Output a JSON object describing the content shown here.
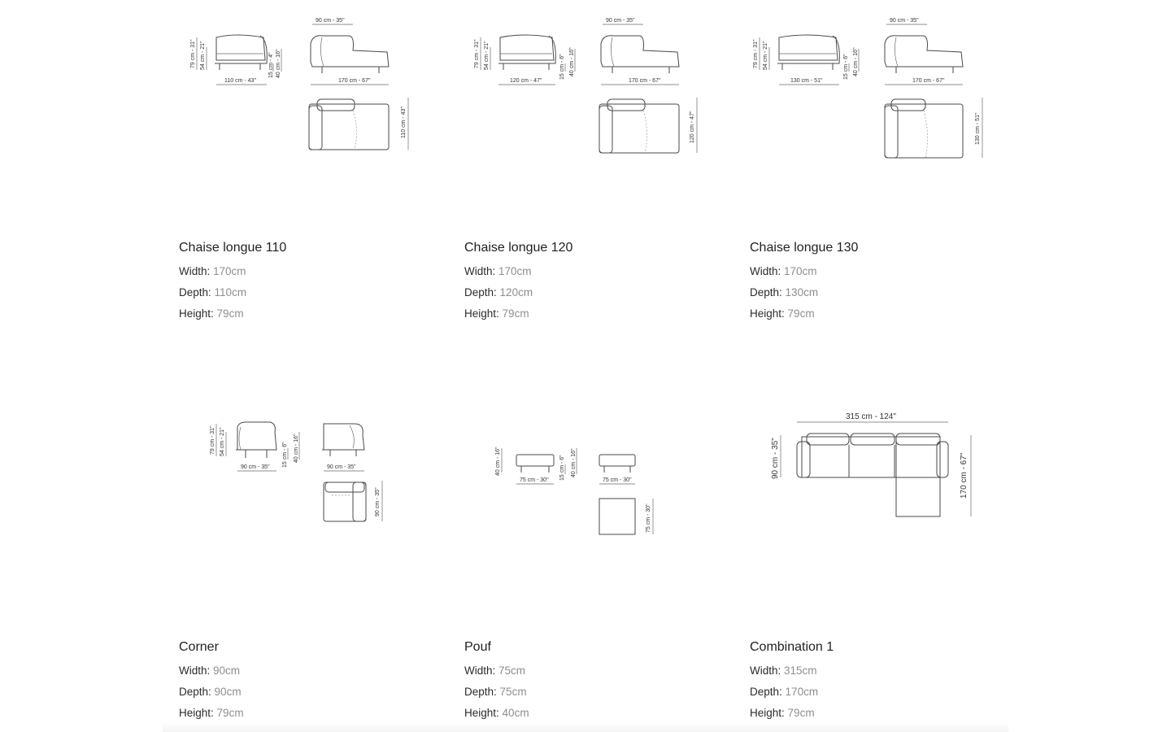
{
  "labels": {
    "width": "Width:",
    "depth": "Depth:",
    "height": "Height:"
  },
  "products": [
    {
      "name": "Chaise longue 110",
      "width": "170cm",
      "depth": "110cm",
      "height": "79cm",
      "dims": {
        "top_width": "90 cm - 35\"",
        "front_width": "110 cm - 43\"",
        "side_width": "170 cm - 67\"",
        "height_total": "79 cm - 31\"",
        "height_seat": "54 cm - 21\"",
        "height_leg": "15 cm - 4\"",
        "height_side": "40 cm - 16\"",
        "plan_depth": "110 cm - 43\""
      }
    },
    {
      "name": "Chaise longue 120",
      "width": "170cm",
      "depth": "120cm",
      "height": "79cm",
      "dims": {
        "top_width": "90 cm - 35\"",
        "front_width": "120 cm - 47\"",
        "side_width": "170 cm - 67\"",
        "height_total": "79 cm - 31\"",
        "height_seat": "54 cm - 21\"",
        "height_leg": "15 cm - 6\"",
        "height_side": "40 cm - 16\"",
        "plan_depth": "120 cm - 47\""
      }
    },
    {
      "name": "Chaise longue 130",
      "width": "170cm",
      "depth": "130cm",
      "height": "79cm",
      "dims": {
        "top_width": "90 cm - 35\"",
        "front_width": "130 cm - 51\"",
        "side_width": "170 cm - 67\"",
        "height_total": "79 cm - 31\"",
        "height_seat": "54 cm - 21\"",
        "height_leg": "15 cm - 6\"",
        "height_side": "40 cm - 16\"",
        "plan_depth": "130 cm - 51\""
      }
    },
    {
      "name": "Corner",
      "width": "90cm",
      "depth": "90cm",
      "height": "79cm",
      "dims": {
        "front_width": "90 cm - 35\"",
        "side_width": "90 cm - 35\"",
        "height_total": "79 cm - 31\"",
        "height_seat": "54 cm - 21\"",
        "height_leg": "15 cm - 6\"",
        "height_side": "40 cm - 16\"",
        "plan_depth": "90 cm - 35\""
      }
    },
    {
      "name": "Pouf",
      "width": "75cm",
      "depth": "75cm",
      "height": "40cm",
      "dims": {
        "front_width": "75 cm - 30\"",
        "side_width": "75 cm - 30\"",
        "height_total": "40 cm - 16\"",
        "height_leg": "15 cm - 6\"",
        "height_side": "40 cm - 16\"",
        "plan_depth": "75 cm - 30\""
      }
    },
    {
      "name": "Combination 1",
      "width": "315cm",
      "depth": "170cm",
      "height": "79cm",
      "dims": {
        "total_width": "315 cm - 124\"",
        "left_depth": "90 cm - 35\"",
        "right_depth": "170 cm - 67\""
      }
    }
  ]
}
